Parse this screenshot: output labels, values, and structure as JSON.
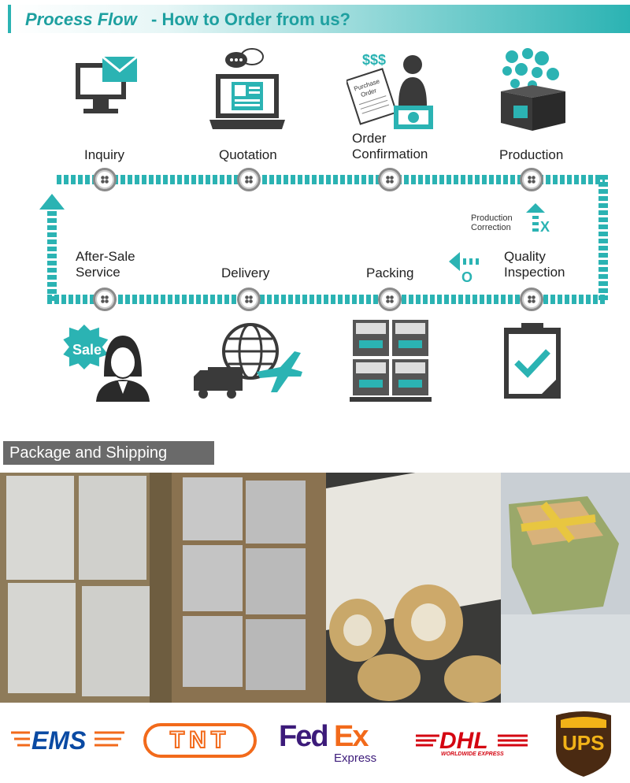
{
  "header": {
    "title_italic": "Process Flow",
    "title_rest": "- How to Order from us?"
  },
  "steps_top": [
    {
      "label": "Inquiry",
      "icon": "computer-mail-icon"
    },
    {
      "label": "Quotation",
      "icon": "laptop-quote-icon"
    },
    {
      "label_line1": "Order",
      "label_line2": "Confirmation",
      "icon": "purchase-order-icon",
      "badge": "$$$",
      "doc": "Purchase Order"
    },
    {
      "label": "Production",
      "icon": "production-box-icon"
    }
  ],
  "steps_bottom": [
    {
      "label_line1": "After-Sale",
      "label_line2": "Service",
      "icon": "sale-agent-icon",
      "badge": "Sale"
    },
    {
      "label": "Delivery",
      "icon": "globe-truck-plane-icon"
    },
    {
      "label": "Packing",
      "icon": "stacked-boxes-icon"
    },
    {
      "label_line1": "Quality",
      "label_line2": "Inspection",
      "icon": "clipboard-check-icon"
    }
  ],
  "correction": {
    "line1": "Production",
    "line2": "Correction",
    "mark_x": "X",
    "mark_o": "O"
  },
  "shipping": {
    "title": "Package and Shipping"
  },
  "carriers": [
    {
      "name": "EMS",
      "color": "#0a4aa3"
    },
    {
      "name": "TNT",
      "color": "#f26a1b"
    },
    {
      "name_a": "Fed",
      "name_b": "Ex",
      "sub": "Express",
      "color_a": "#3c1b7a",
      "color_b": "#f26a1b"
    },
    {
      "name": "DHL",
      "sub": "WORLDWIDE EXPRESS",
      "color": "#d40511"
    },
    {
      "name": "UPS",
      "color": "#4a2a12"
    }
  ],
  "colors": {
    "accent": "#2bb3b3",
    "dark": "#3a3a3a"
  }
}
